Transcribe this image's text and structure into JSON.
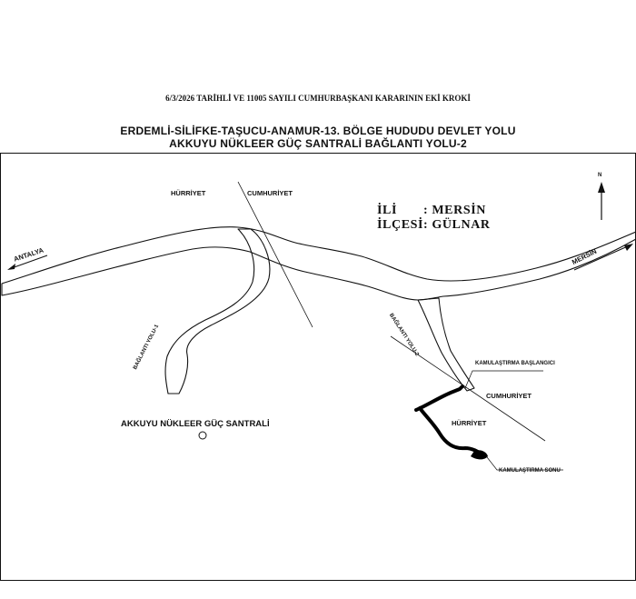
{
  "header": {
    "decree": "6/3/2026 TARİHLİ VE 11005 SAYILI CUMHURBAŞKANI KARARININ EKİ KROKİ",
    "title_line1": "ERDEMLİ-SİLİFKE-TAŞUCU-ANAMUR-13. BÖLGE HUDUDU DEVLET YOLU",
    "title_line2": "AKKUYU NÜKLEER GÜÇ SANTRALİ BAĞLANTI YOLU-2"
  },
  "location": {
    "il_label": "İLİ",
    "il_value": ": MERSİN",
    "ilce_label": "İLÇESİ",
    "ilce_value": ": GÜLNAR"
  },
  "map": {
    "north_label": "N",
    "direction_left": "ANTALYA",
    "direction_right": "MERSİN",
    "boundary_top_left": "HÜRRİYET",
    "boundary_top_right": "CUMHURİYET",
    "boundary_bottom_right": "CUMHURİYET",
    "boundary_bottom_left": "HÜRRİYET",
    "road_1": "BAĞLANTI YOLU-1",
    "road_2": "BAĞLANTI YOLU-2",
    "plant": "AKKUYU NÜKLEER GÜÇ SANTRALİ",
    "expropriation_start": "KAMULAŞTIRMA BAŞLANGICI",
    "expropriation_end": "KAMULAŞTIRMA SONU",
    "line_color": "#111111"
  }
}
